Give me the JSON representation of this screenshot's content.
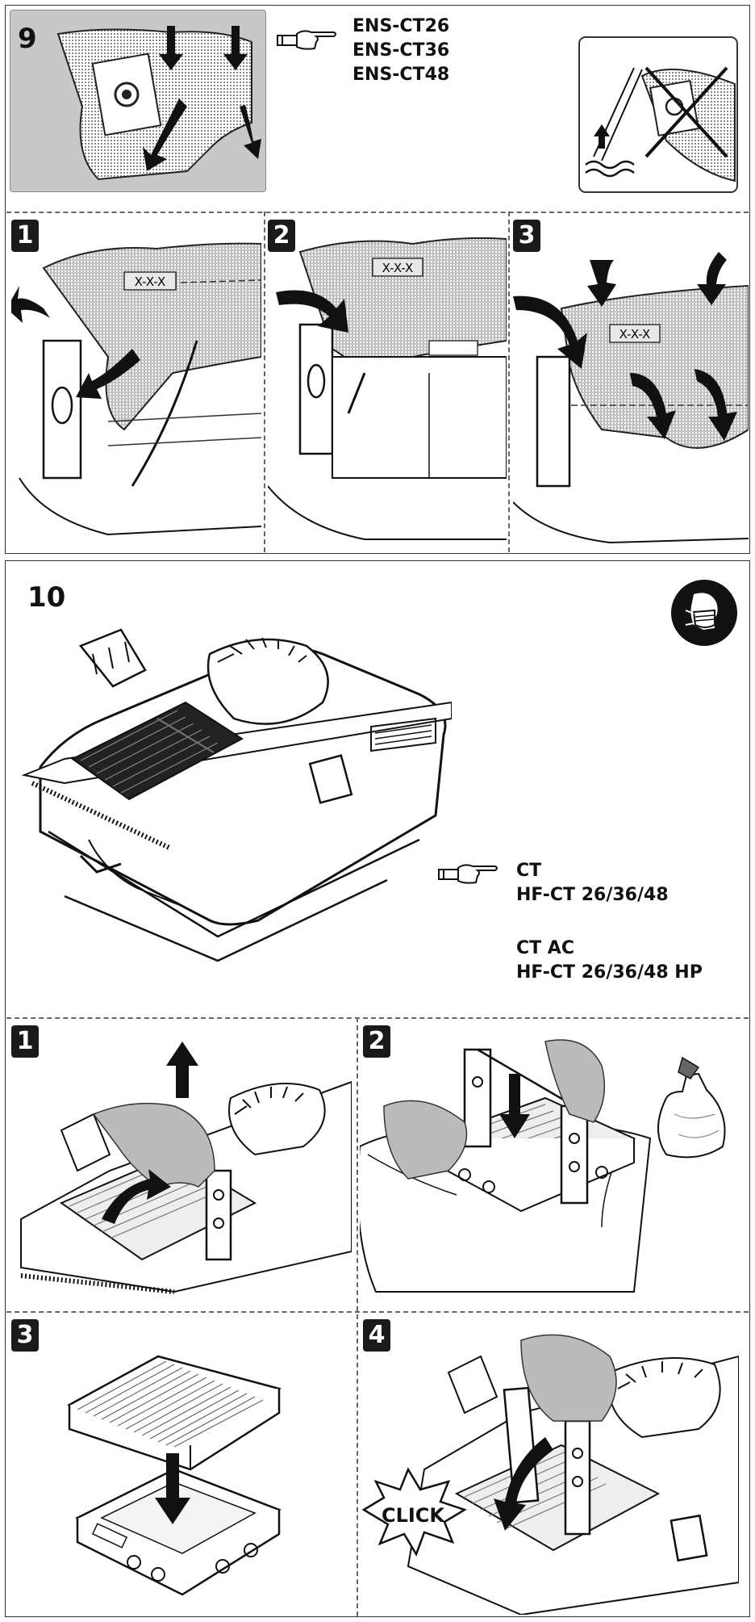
{
  "section9": {
    "number": "9",
    "models": [
      "ENS-CT26",
      "ENS-CT36",
      "ENS-CT48"
    ],
    "steps": [
      "1",
      "2",
      "3"
    ],
    "bag_label": "X-X-X"
  },
  "section10": {
    "number": "10",
    "models_group1": [
      "CT",
      "HF-CT 26/36/48"
    ],
    "models_group2": [
      "CT AC",
      "HF-CT 26/36/48 HP"
    ],
    "steps": [
      "1",
      "2",
      "3",
      "4"
    ],
    "click_text": "CLICK"
  },
  "colors": {
    "accent": "#1a1a1a",
    "panel_gray": "#c8c8c8",
    "border": "#333333"
  }
}
